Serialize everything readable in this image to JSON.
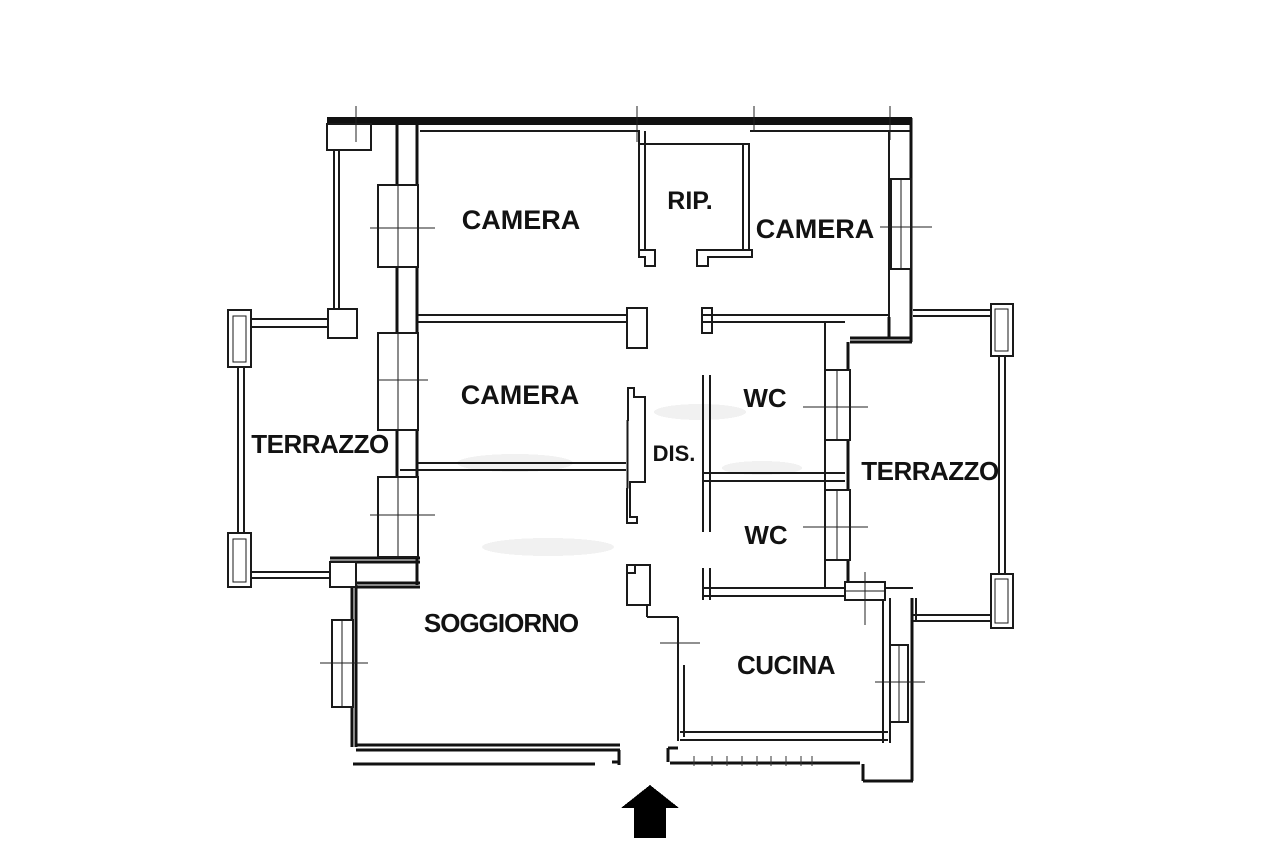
{
  "document": {
    "kind": "apartment floor plan drawing",
    "language": "Italian",
    "background_color": "#ffffff",
    "wall_color": "#1a1a1a",
    "arrow_color": "#000000"
  },
  "rooms": [
    {
      "id": "camera-top-left",
      "label": "CAMERA"
    },
    {
      "id": "ripostiglio",
      "label": "RIP."
    },
    {
      "id": "camera-top-right",
      "label": "CAMERA"
    },
    {
      "id": "camera-middle",
      "label": "CAMERA"
    },
    {
      "id": "wc-top",
      "label": "WC"
    },
    {
      "id": "disimpegno",
      "label": "DIS."
    },
    {
      "id": "terrazzo-left",
      "label": "TERRAZZO"
    },
    {
      "id": "terrazzo-right",
      "label": "TERRAZZO"
    },
    {
      "id": "wc-bottom",
      "label": "WC"
    },
    {
      "id": "soggiorno",
      "label": "SOGGIORNO"
    },
    {
      "id": "cucina",
      "label": "CUCINA"
    }
  ],
  "entrance": {
    "icon": "entrance-arrow-icon",
    "direction": "up"
  }
}
